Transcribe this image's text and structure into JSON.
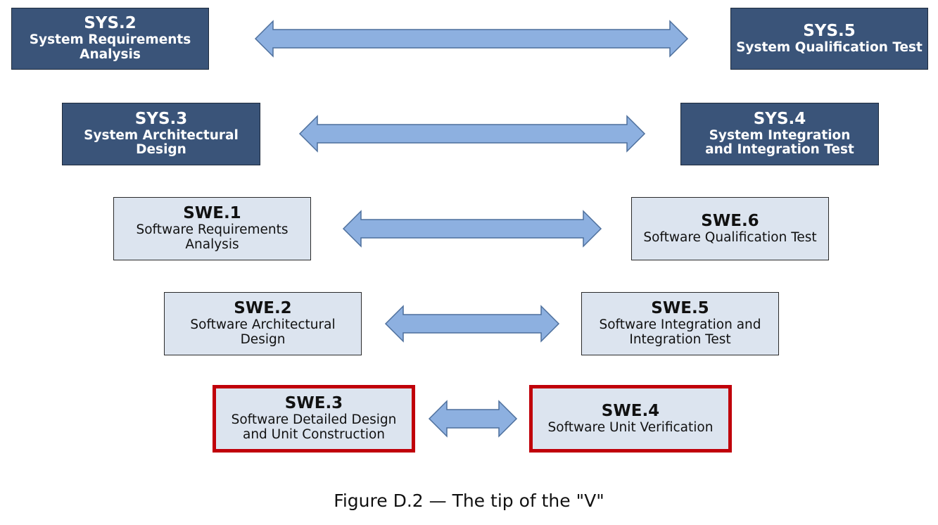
{
  "colors": {
    "system_box": "#3a5479",
    "software_box": "#dce4ef",
    "arrow": "#8db0e0",
    "highlight_border": "#c0000a"
  },
  "left": [
    {
      "id": "SYS.2",
      "name": "System Requirements Analysis"
    },
    {
      "id": "SYS.3",
      "name": "System Architectural Design"
    },
    {
      "id": "SWE.1",
      "name": "Software Requirements Analysis"
    },
    {
      "id": "SWE.2",
      "name": "Software Architectural Design"
    },
    {
      "id": "SWE.3",
      "name": "Software Detailed Design and Unit Construction"
    }
  ],
  "right": [
    {
      "id": "SYS.5",
      "name": "System Qualification Test"
    },
    {
      "id": "SYS.4",
      "name": "System Integration and Integration Test"
    },
    {
      "id": "SWE.6",
      "name": "Software Qualification Test"
    },
    {
      "id": "SWE.5",
      "name": "Software Integration and Integration Test"
    },
    {
      "id": "SWE.4",
      "name": "Software Unit Verification"
    }
  ],
  "caption": "Figure D.2 — The tip of the \"V\""
}
